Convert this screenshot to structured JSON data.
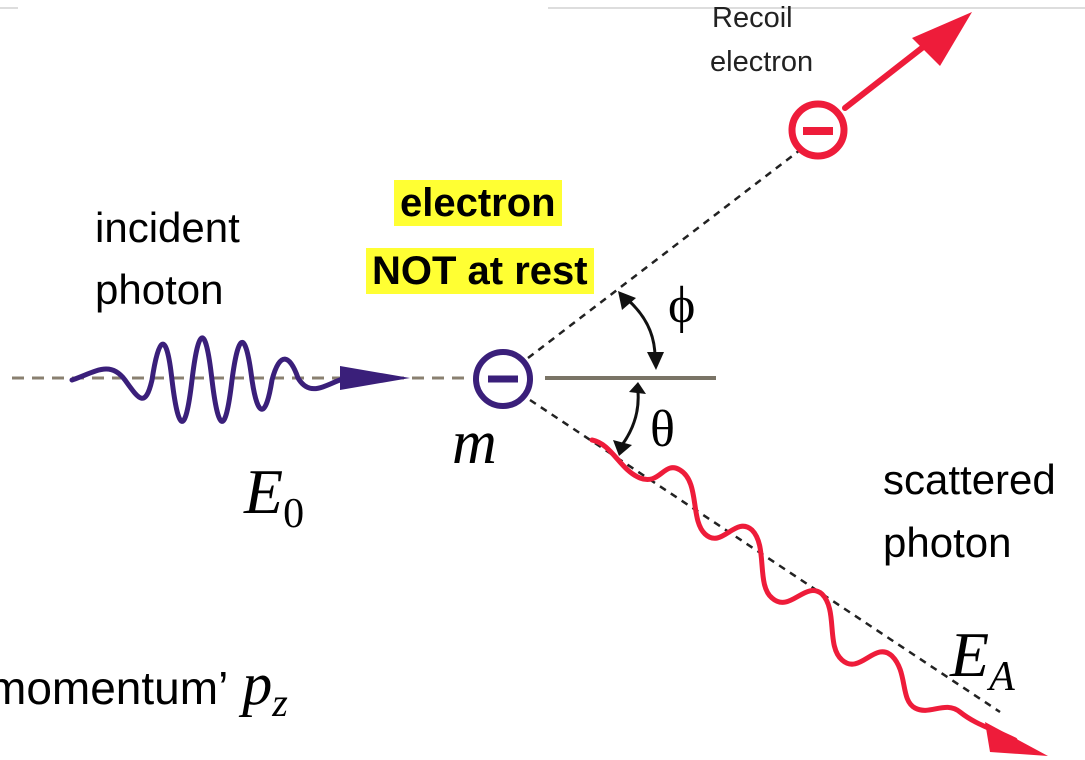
{
  "labels": {
    "recoil_line1": "Recoil",
    "recoil_line2": "electron",
    "note_line1": "electron",
    "note_line2": "NOT at rest",
    "incident_line1": "incident",
    "incident_line2": "photon",
    "scattered_line1": "scattered",
    "scattered_line2": "photon",
    "momentum_text": "momentum’",
    "phi": "ϕ",
    "theta": "θ",
    "mass": "m",
    "e0_base": "E",
    "e0_sub": "0",
    "ea_base": "E",
    "ea_sub": "A",
    "pz_base": "p",
    "pz_sub": "z"
  },
  "colors": {
    "incident_wave": "#3a1f7a",
    "electron_target": "#3a1f7a",
    "recoil": "#ee1c3a",
    "scattered_wave": "#ee1c3a",
    "dashed_axis": "#8a8070",
    "baseline": "#7a7466",
    "highlight": "#ffff33"
  },
  "icons": {
    "target_electron": "minus-circle-icon",
    "recoil_electron": "minus-circle-icon"
  }
}
